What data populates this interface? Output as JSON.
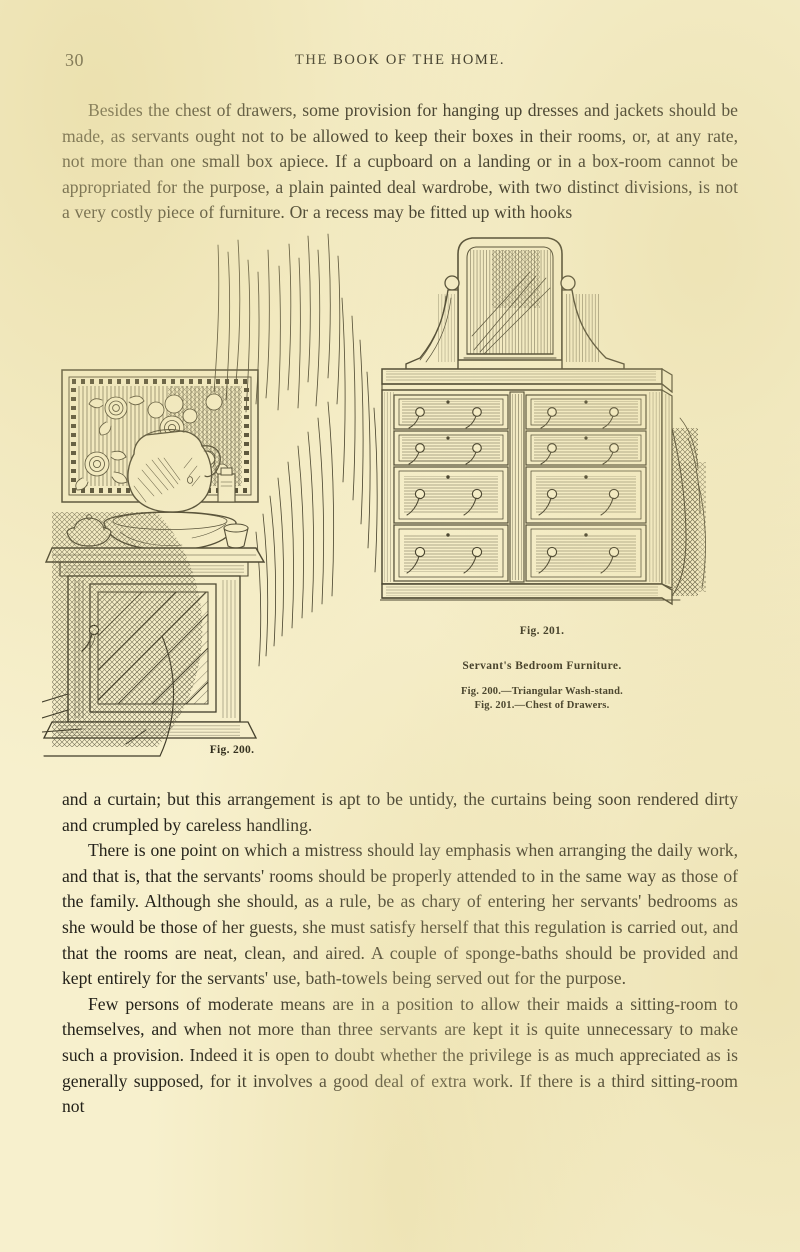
{
  "page": {
    "folio": "30",
    "running_title": "THE BOOK OF THE HOME.",
    "paper_color": "#f7f0cd",
    "ink_color": "#24221a"
  },
  "body_top": {
    "paragraph": "Besides the chest of drawers, some provision for hanging up dresses and jackets should be made, as servants ought not to be allowed to keep their boxes in their rooms, or, at any rate, not more than one small box apiece. If a cupboard on a landing or in a box-room cannot be appropriated for the purpose, a plain painted deal wardrobe, with two distinct divisions, is not a very costly piece of furniture. Or a recess may be fitted up with hooks"
  },
  "plate": {
    "figure_201_label": "Fig. 201.",
    "group_title": "Servant's Bedroom Furniture.",
    "legend": [
      "Fig. 200.—Triangular Wash-stand.",
      "Fig. 201.—Chest of Drawers."
    ],
    "figure_200_label": "Fig. 200.",
    "figures": [
      {
        "name": "fig-200",
        "label": "Fig. 200.",
        "subject": "Triangular Wash-stand",
        "description": "Corner wash-stand with floral-tiled splashback, jug, basin, soap dish and cupboard door of diagonal boarding, set against a draped curtain."
      },
      {
        "name": "fig-201",
        "label": "Fig. 201.",
        "subject": "Chest of Drawers",
        "description": "Chest of drawers with arched swing mirror on scrolled supports; eight drawers in four tiers of two, each with a pair of turned knobs, on a plinth base."
      }
    ]
  },
  "body_bottom": {
    "paragraphs": [
      "and a curtain; but this arrangement is apt to be untidy, the curtains being soon rendered dirty and crumpled by careless handling.",
      "There is one point on which a mistress should lay emphasis when arranging the daily work, and that is, that the servants' rooms should be properly attended to in the same way as those of the family. Although she should, as a rule, be as chary of entering her servants' bedrooms as she would be those of her guests, she must satisfy herself that this regulation is carried out, and that the rooms are neat, clean, and aired. A couple of sponge-baths should be provided and kept entirely for the servants' use, bath-towels being served out for the purpose.",
      "Few persons of moderate means are in a position to allow their maids a sitting-room to themselves, and when not more than three servants are kept it is quite unnecessary to make such a provision. Indeed it is open to doubt whether the privilege is as much appreciated as is generally supposed, for it involves a good deal of extra work. If there is a third sitting-room not"
    ]
  }
}
